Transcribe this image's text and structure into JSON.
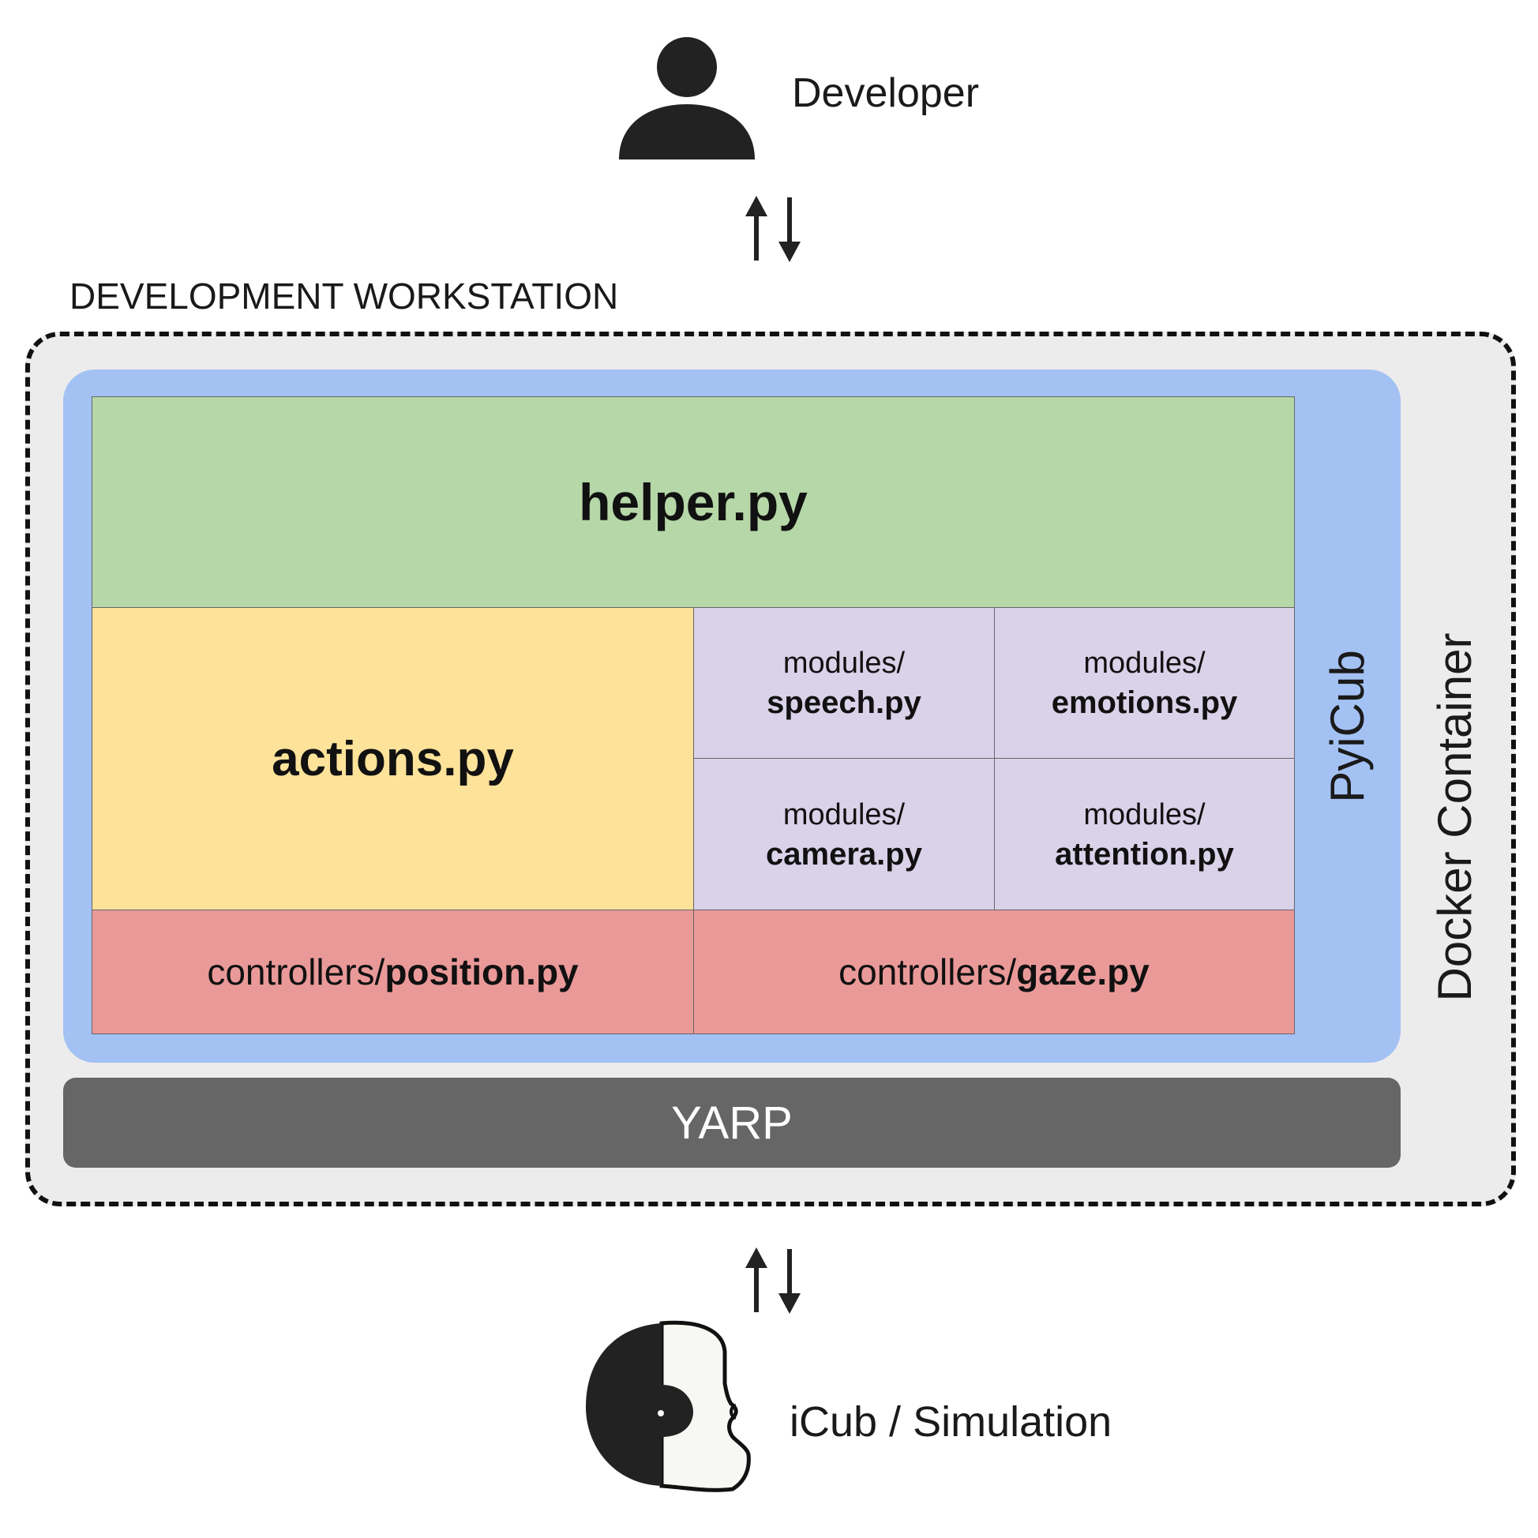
{
  "developer": {
    "label": "Developer",
    "icon": "person-icon"
  },
  "workstation": {
    "title": "DEVELOPMENT WORKSTATION"
  },
  "pyicub": {
    "label": "PyiCub",
    "helper": "helper.py",
    "actions": "actions.py",
    "modules": [
      {
        "dir": "modules/",
        "file": "speech.py"
      },
      {
        "dir": "modules/",
        "file": "emotions.py"
      },
      {
        "dir": "modules/",
        "file": "camera.py"
      },
      {
        "dir": "modules/",
        "file": "attention.py"
      }
    ],
    "controllers": [
      {
        "dir": "controllers/",
        "file": "position.py"
      },
      {
        "dir": "controllers/",
        "file": "gaze.py"
      }
    ]
  },
  "docker": {
    "label": "Docker Container"
  },
  "yarp": {
    "label": "YARP"
  },
  "robot": {
    "label": "iCub / Simulation",
    "icon": "icub-head-icon"
  },
  "colors": {
    "workstation_bg": "#ececec",
    "pyicub_bg": "#a4c1f3",
    "helper_bg": "#b6d7a8",
    "actions_bg": "#fde29a",
    "modules_bg": "#d9d2e9",
    "controllers_bg": "#ea9999",
    "yarp_bg": "#666666"
  }
}
